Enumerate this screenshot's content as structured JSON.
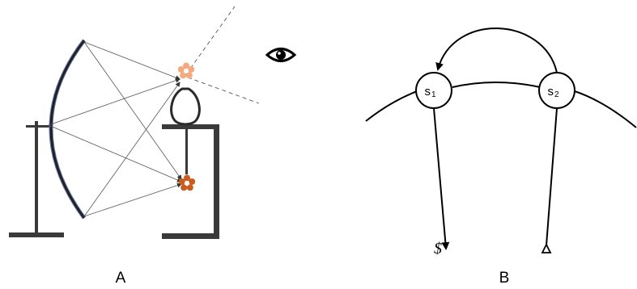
{
  "panels": {
    "a": {
      "label": "A"
    },
    "b": {
      "label": "B",
      "nodes": [
        {
          "main": "s",
          "sub": "1"
        },
        {
          "main": "s",
          "sub": "2"
        }
      ],
      "end_mark": "$"
    }
  },
  "colors": {
    "stand": "#3a3a3a",
    "mirror": "#222222",
    "mirror_edge": "#6a7fb0",
    "flower_image": "#f4a97e",
    "flower_real": "#c75d1f",
    "eye": "#000000"
  },
  "icons": [
    "eye-icon",
    "flower-icon"
  ]
}
